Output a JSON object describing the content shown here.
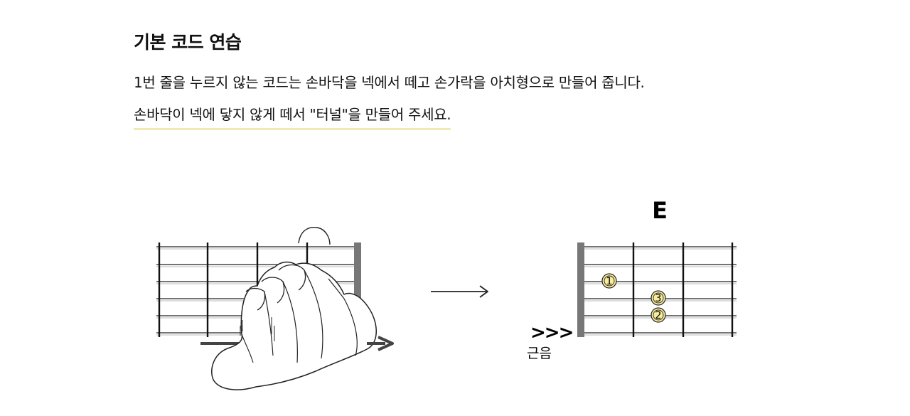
{
  "lesson": {
    "title": "기본 코드 연습",
    "line1": "1번 줄을 누르지 않는 코드는 손바닥을 넥에서 떼고 손가락을 아치형으로 만들어 줍니다.",
    "line2": "손바닥이 넥에 닿지 않게 떼서 \"터널\"을 만들어 주세요."
  },
  "chord": {
    "name": "E",
    "fingers": [
      {
        "number": "1",
        "string": 3,
        "fret": 1
      },
      {
        "number": "3",
        "string": 4,
        "fret": 2
      },
      {
        "number": "2",
        "string": 5,
        "fret": 2
      }
    ],
    "root_arrows": ">>>",
    "root_label": "근음"
  },
  "colors": {
    "finger_dot": "#f7ec9e",
    "highlight_underline": "#f2eab5",
    "nut": "#777777"
  },
  "icons": {
    "transition": "arrow-right-icon"
  }
}
